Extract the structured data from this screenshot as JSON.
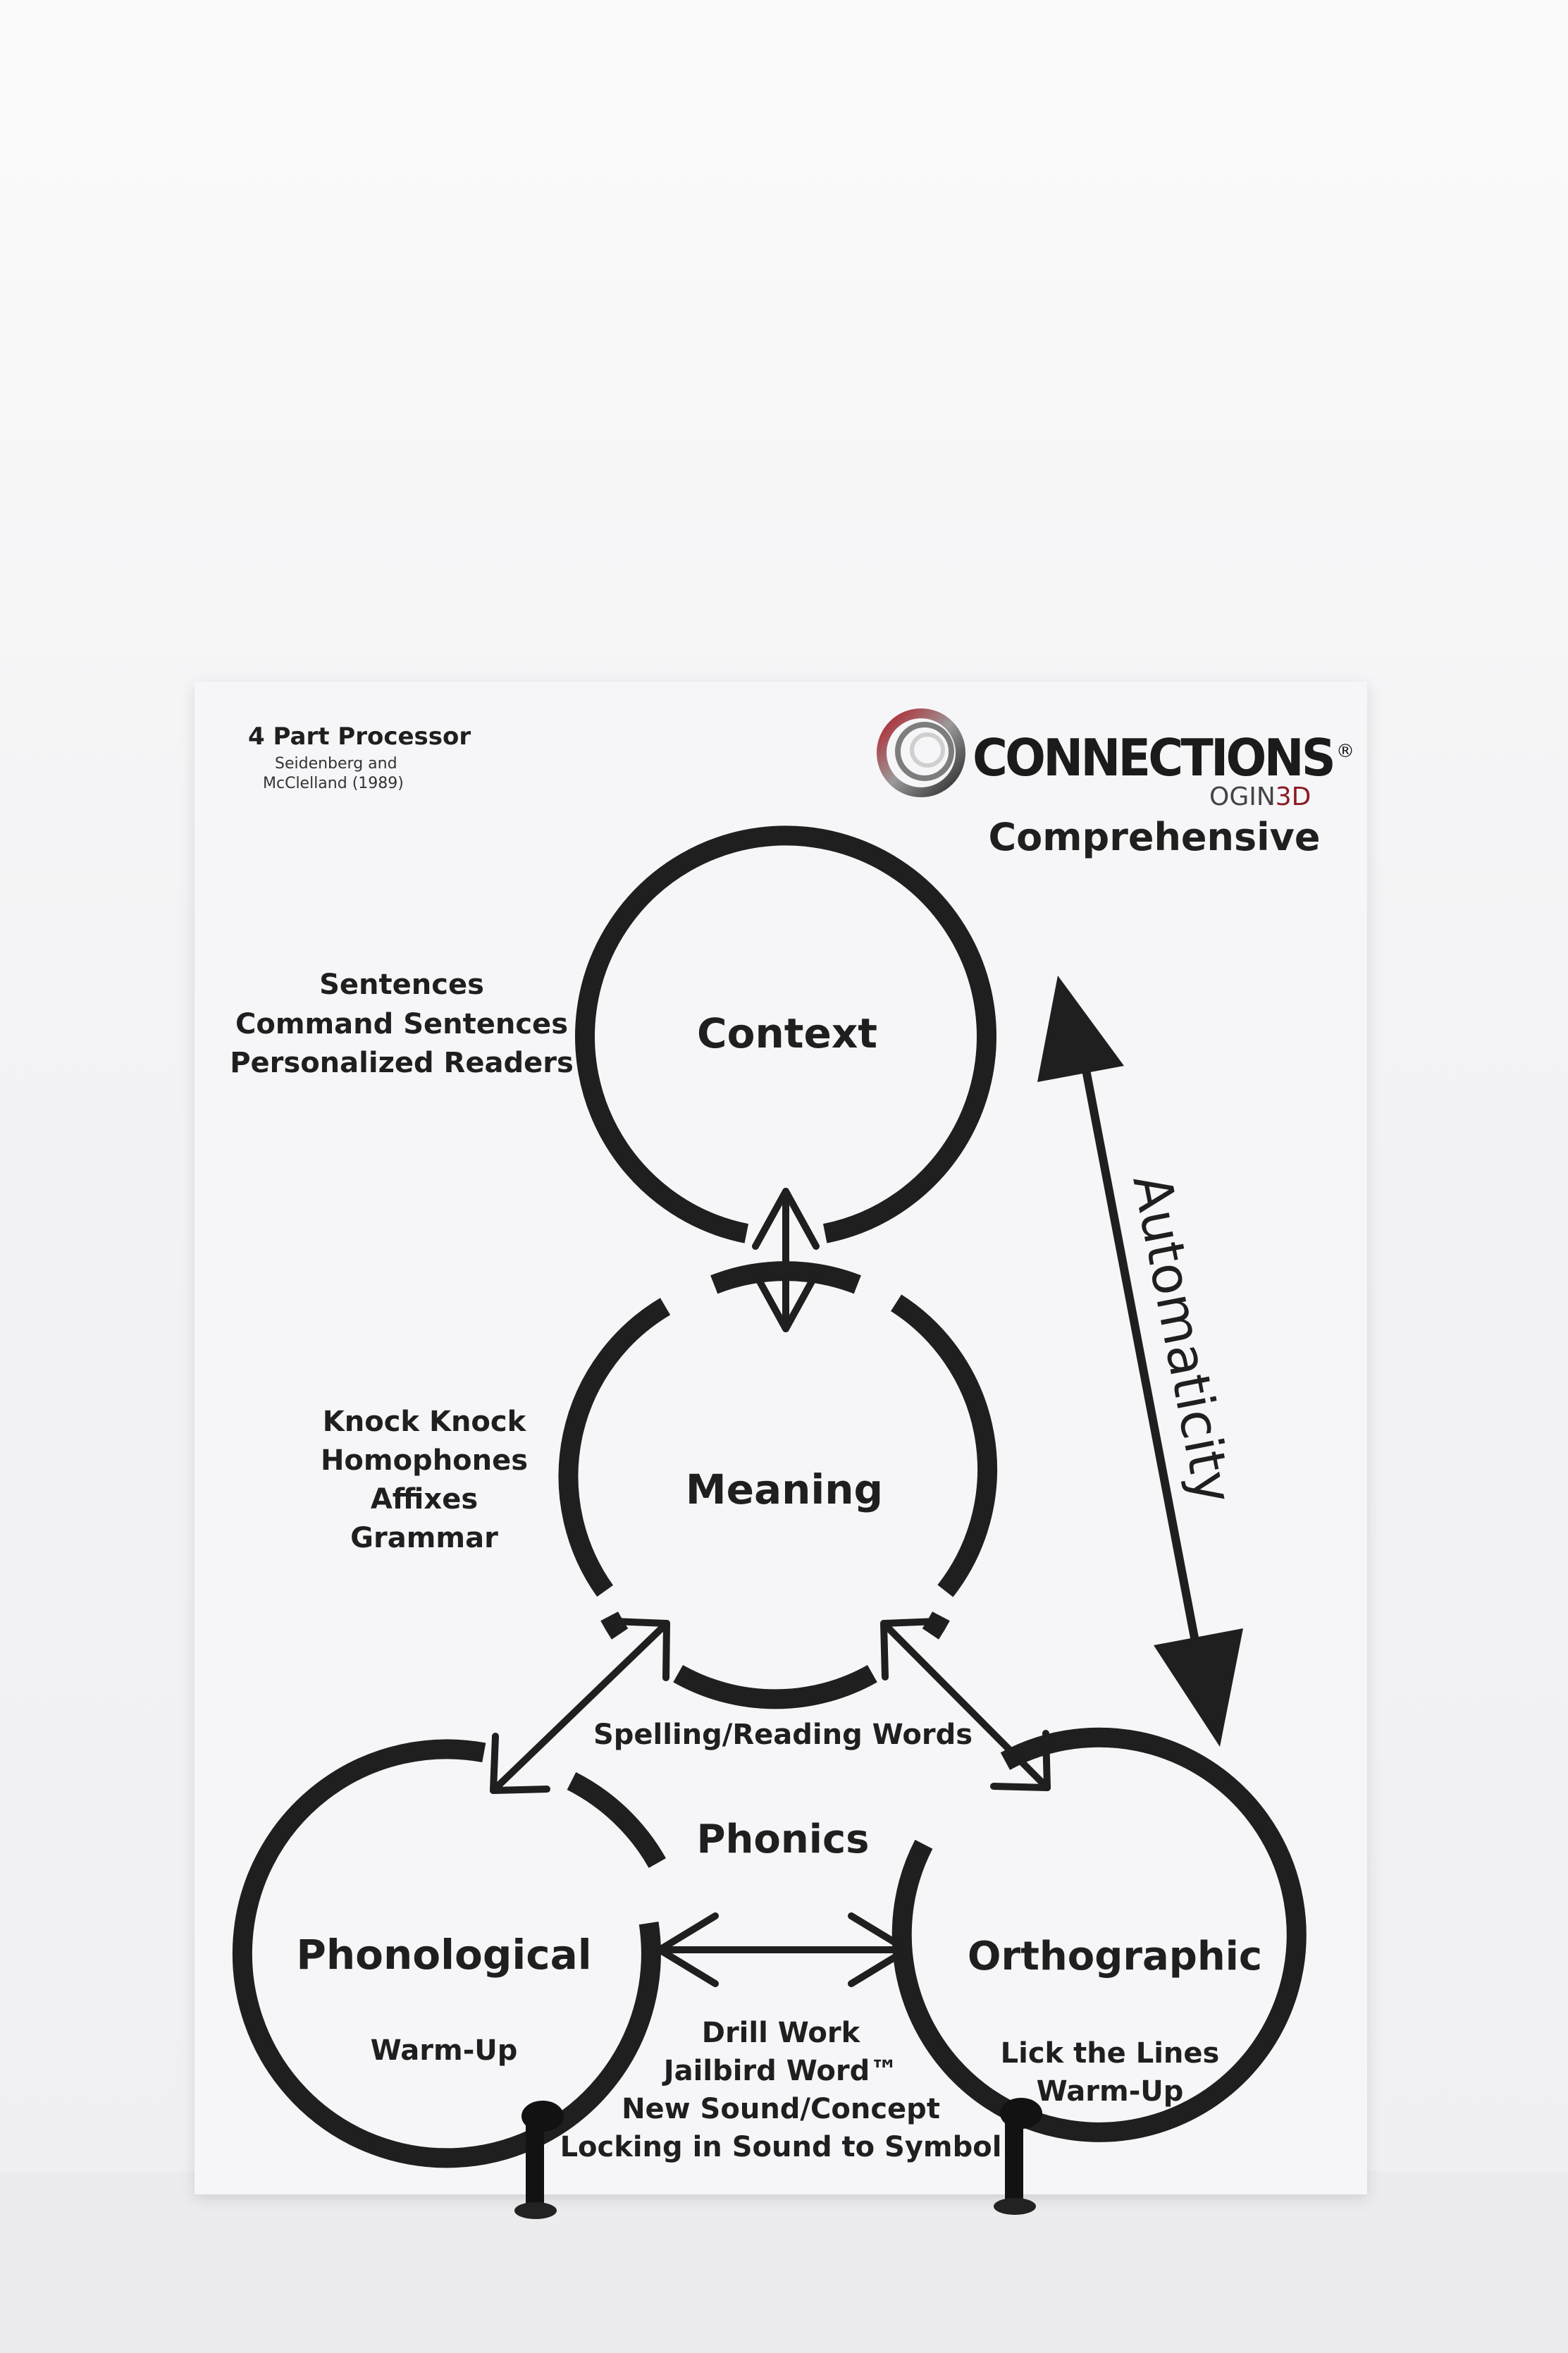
{
  "header": {
    "title": "4 Part Processor",
    "citation_line1": "Seidenberg and",
    "citation_line2": "McClelland (1989)"
  },
  "brand": {
    "name": "CONNECTIONS",
    "registered": "®",
    "sub_part1": "OGIN",
    "sub_part2": "3D",
    "tagline": "Comprehensive",
    "logo_colors": [
      "#b3202a",
      "#7a7a7a",
      "#1b1b1b"
    ],
    "sub_accent_color": "#8b1b22"
  },
  "nodes": {
    "context": {
      "label": "Context",
      "activities": [
        "Sentences",
        "Command Sentences",
        "Personalized Readers"
      ]
    },
    "meaning": {
      "label": "Meaning",
      "activities": [
        "Knock Knock",
        "Homophones",
        "Affixes",
        "Grammar"
      ]
    },
    "phonological": {
      "label": "Phonological",
      "activities": [
        "Warm-Up"
      ]
    },
    "orthographic": {
      "label": "Orthographic",
      "activities": [
        "Lick the Lines",
        "Warm-Up"
      ]
    }
  },
  "center": {
    "words_label": "Spelling/Reading Words",
    "phonics_label": "Phonics",
    "activities": [
      "Drill Work",
      "Jailbird Word™",
      "New Sound/Concept",
      "Locking in Sound to Symbol"
    ]
  },
  "edges": [
    {
      "from": "context",
      "to": "meaning",
      "type": "bidirectional"
    },
    {
      "from": "meaning",
      "to": "phonological",
      "type": "bidirectional"
    },
    {
      "from": "meaning",
      "to": "orthographic",
      "type": "bidirectional"
    },
    {
      "from": "phonological",
      "to": "orthographic",
      "type": "bidirectional"
    },
    {
      "from": "context",
      "to": "orthographic",
      "type": "bidirectional",
      "label": "Automaticity"
    }
  ],
  "automaticity_label": "Automaticity",
  "colors": {
    "ink": "#1f1f1f",
    "card": "#f6f6f9",
    "stand": "#121212"
  }
}
